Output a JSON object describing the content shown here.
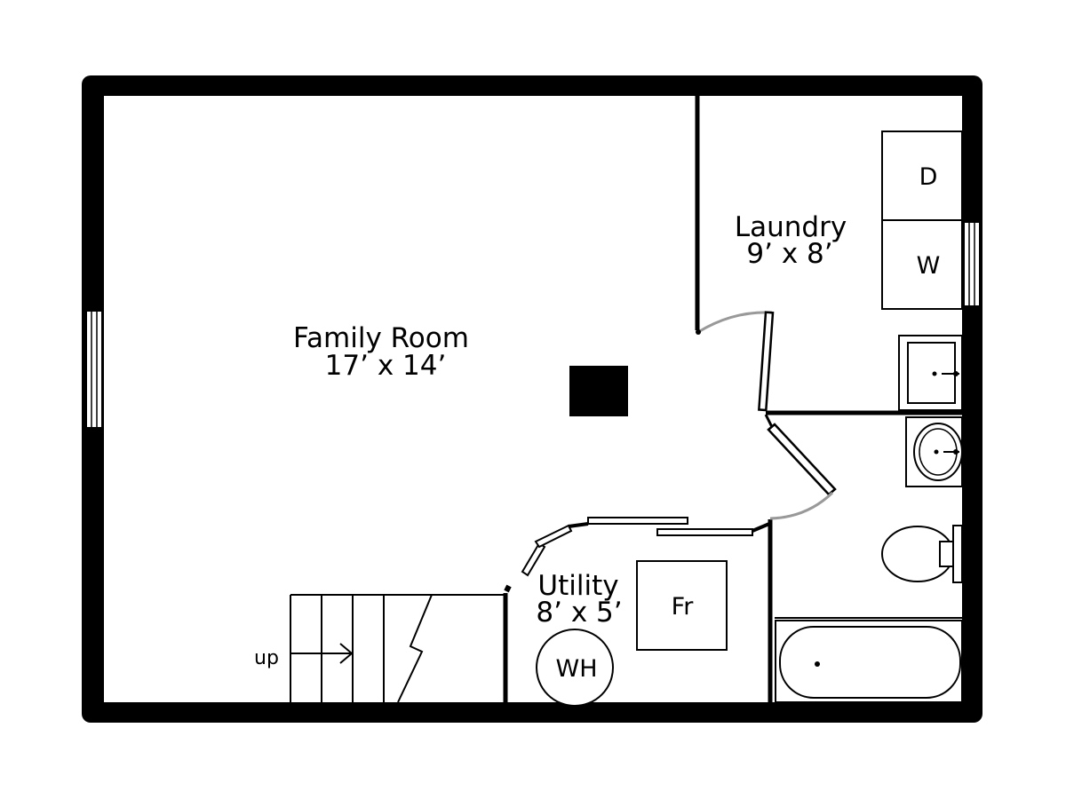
{
  "rooms": {
    "family_room": {
      "name": "Family Room",
      "size": "17’ x 14’"
    },
    "laundry": {
      "name": "Laundry",
      "size": "9’ x 8’"
    },
    "utility": {
      "name": "Utility",
      "size": "8’ x 5’"
    }
  },
  "fixtures": {
    "dryer": "D",
    "washer": "W",
    "freezer": "Fr",
    "water_heater": "WH",
    "stairs": "up"
  },
  "colors": {
    "wall": "#000000",
    "door_swing": "#999999",
    "background": "#ffffff"
  }
}
